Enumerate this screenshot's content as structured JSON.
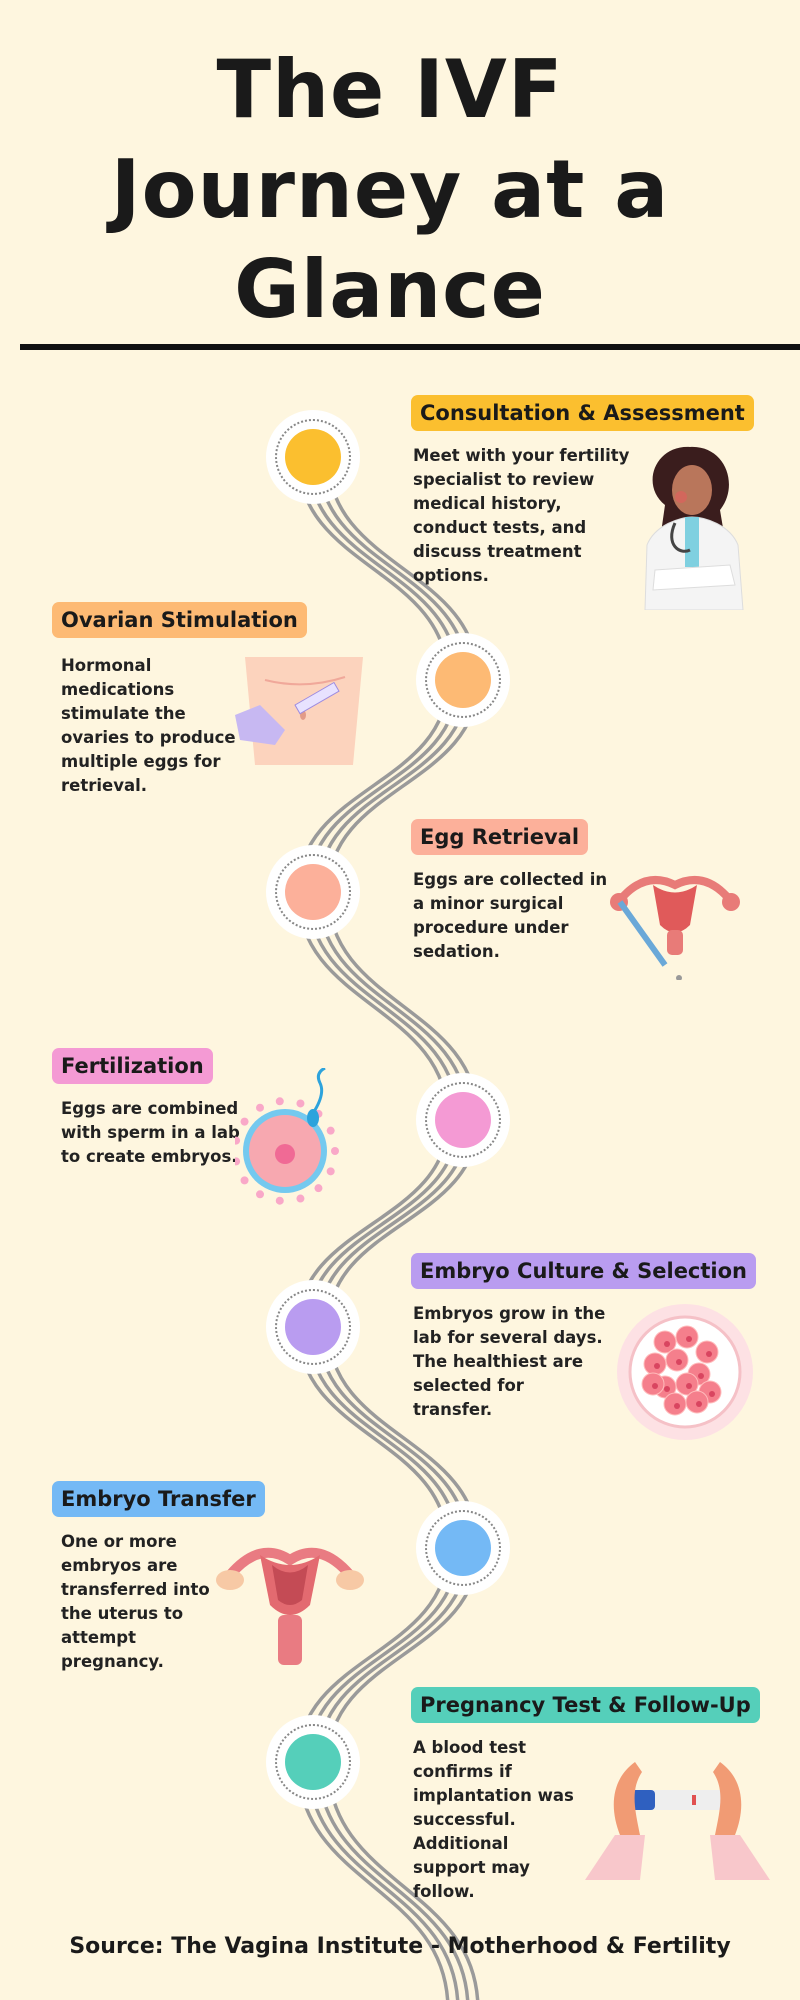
{
  "title": {
    "line1": "The IVF",
    "line2": "Journey at a",
    "line3": "Glance"
  },
  "steps": [
    {
      "label": "Consultation & Assessment",
      "desc": "Meet with your fertility specialist to review medical history, conduct tests, and discuss treatment options.",
      "color": "#fbbf2f",
      "icon": "doctor-illustration"
    },
    {
      "label": "Ovarian Stimulation",
      "desc": "Hormonal medications stimulate the ovaries to produce multiple eggs for retrieval.",
      "color": "#fdba74",
      "icon": "injection-abdomen-illustration"
    },
    {
      "label": "Egg Retrieval",
      "desc": "Eggs are collected in a minor surgical procedure under sedation.",
      "color": "#fcb09a",
      "icon": "uterus-syringe-illustration"
    },
    {
      "label": "Fertilization",
      "desc": "Eggs are combined with sperm in a lab to create embryos.",
      "color": "#f49ad4",
      "icon": "egg-sperm-illustration"
    },
    {
      "label": "Embryo Culture & Selection",
      "desc": "Embryos grow in the lab for several days. The healthiest are selected for transfer.",
      "color": "#b99cf0",
      "icon": "embryo-cells-illustration"
    },
    {
      "label": "Embryo Transfer",
      "desc": "One or more embryos are transferred into the uterus to attempt pregnancy.",
      "color": "#74b9f5",
      "icon": "uterus-illustration"
    },
    {
      "label": "Pregnancy Test & Follow-Up",
      "desc": "A blood test confirms if implantation was successful. Additional support may follow.",
      "color": "#55cfba",
      "icon": "pregnancy-test-illustration"
    }
  ],
  "source": "Source: The Vagina Institute - Motherhood & Fertility"
}
